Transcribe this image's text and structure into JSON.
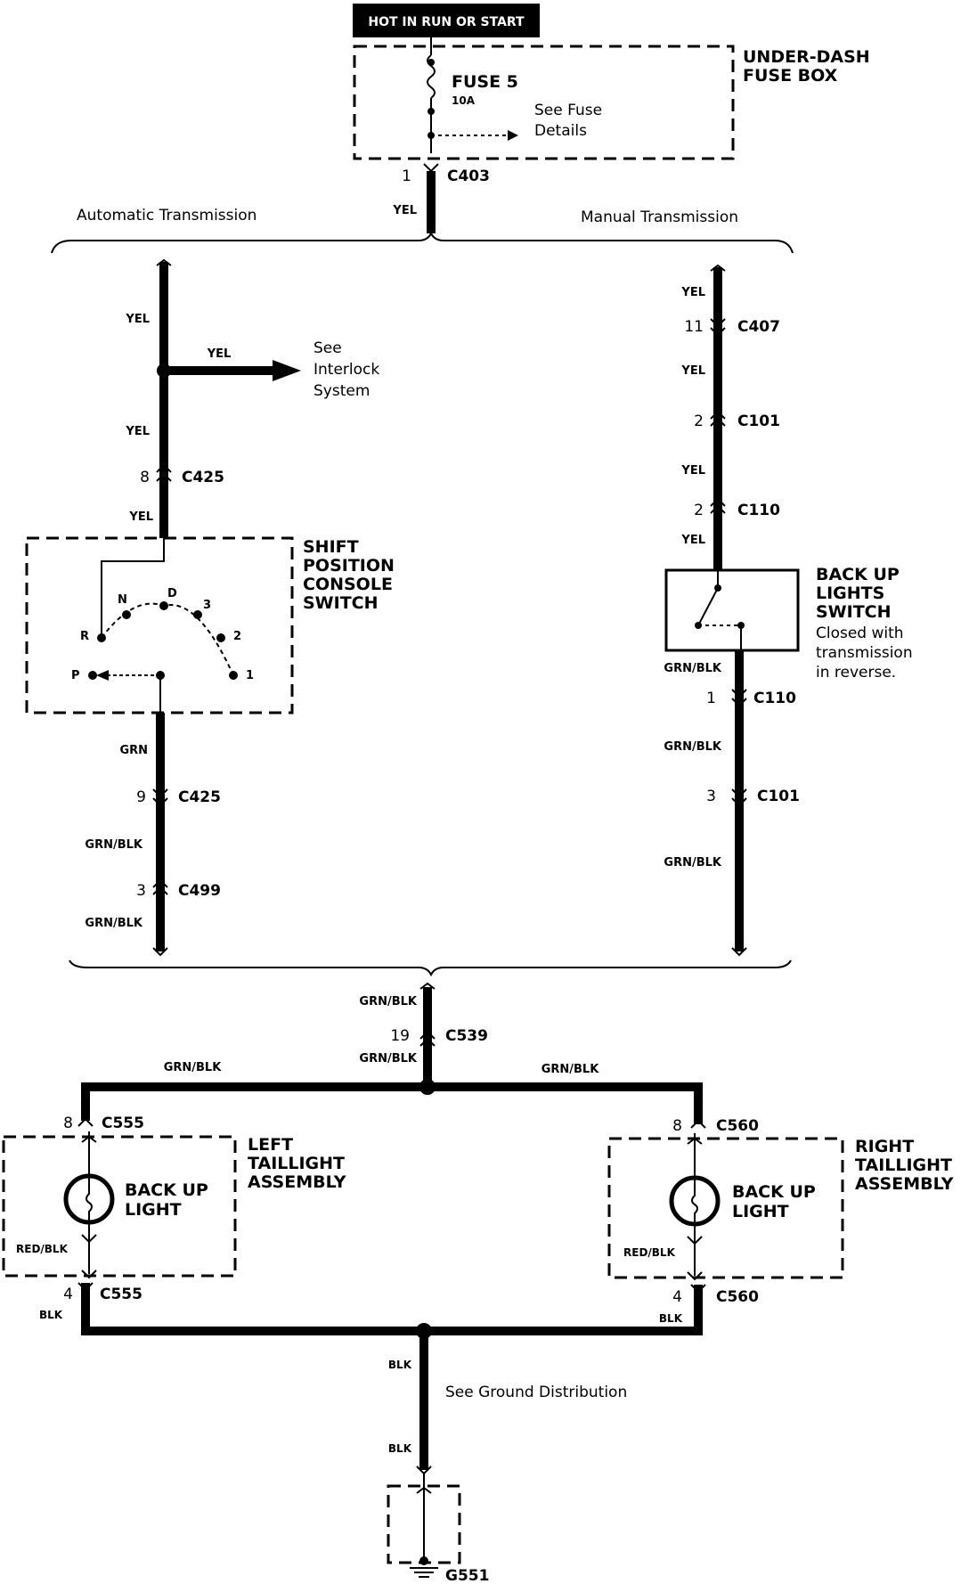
{
  "power": {
    "header": "HOT IN RUN OR START"
  },
  "fuse_box": {
    "title_line1": "UNDER-DASH",
    "title_line2": "FUSE BOX",
    "fuse_label": "FUSE 5",
    "fuse_rating": "10A",
    "see_line1": "See Fuse",
    "see_line2": "Details"
  },
  "branches": {
    "automatic": "Automatic Transmission",
    "manual": "Manual Transmission"
  },
  "interlock": {
    "wire": "YEL",
    "line1": "See",
    "line2": "Interlock",
    "line3": "System"
  },
  "shift_switch": {
    "line1": "SHIFT",
    "line2": "POSITION",
    "line3": "CONSOLE",
    "line4": "SWITCH",
    "positions": {
      "p": "P",
      "r": "R",
      "n": "N",
      "d": "D",
      "three": "3",
      "two": "2",
      "one": "1"
    }
  },
  "backup_switch": {
    "line1": "BACK UP",
    "line2": "LIGHTS",
    "line3": "SWITCH",
    "note1": "Closed with",
    "note2": "transmission",
    "note3": "in reverse."
  },
  "left_taillight": {
    "line1": "LEFT",
    "line2": "TAILLIGHT",
    "line3": "ASSEMBLY",
    "lamp1": "BACK UP",
    "lamp2": "LIGHT"
  },
  "right_taillight": {
    "line1": "RIGHT",
    "line2": "TAILLIGHT",
    "line3": "ASSEMBLY",
    "lamp1": "BACK UP",
    "lamp2": "LIGHT"
  },
  "ground": {
    "see": "See Ground Distribution",
    "id": "G551"
  },
  "wires": {
    "yel": "YEL",
    "grn": "GRN",
    "grn_blk": "GRN/BLK",
    "red_blk": "RED/BLK",
    "blk": "BLK"
  },
  "connectors": {
    "c403": {
      "pin": "1",
      "name": "C403"
    },
    "c425a": {
      "pin": "8",
      "name": "C425"
    },
    "c425b": {
      "pin": "9",
      "name": "C425"
    },
    "c499": {
      "pin": "3",
      "name": "C499"
    },
    "c407": {
      "pin": "11",
      "name": "C407"
    },
    "c101a": {
      "pin": "2",
      "name": "C101"
    },
    "c110a": {
      "pin": "2",
      "name": "C110"
    },
    "c110b": {
      "pin": "1",
      "name": "C110"
    },
    "c101b": {
      "pin": "3",
      "name": "C101"
    },
    "c539": {
      "pin": "19",
      "name": "C539"
    },
    "c555a": {
      "pin": "8",
      "name": "C555"
    },
    "c555b": {
      "pin": "4",
      "name": "C555"
    },
    "c560a": {
      "pin": "8",
      "name": "C560"
    },
    "c560b": {
      "pin": "4",
      "name": "C560"
    }
  }
}
